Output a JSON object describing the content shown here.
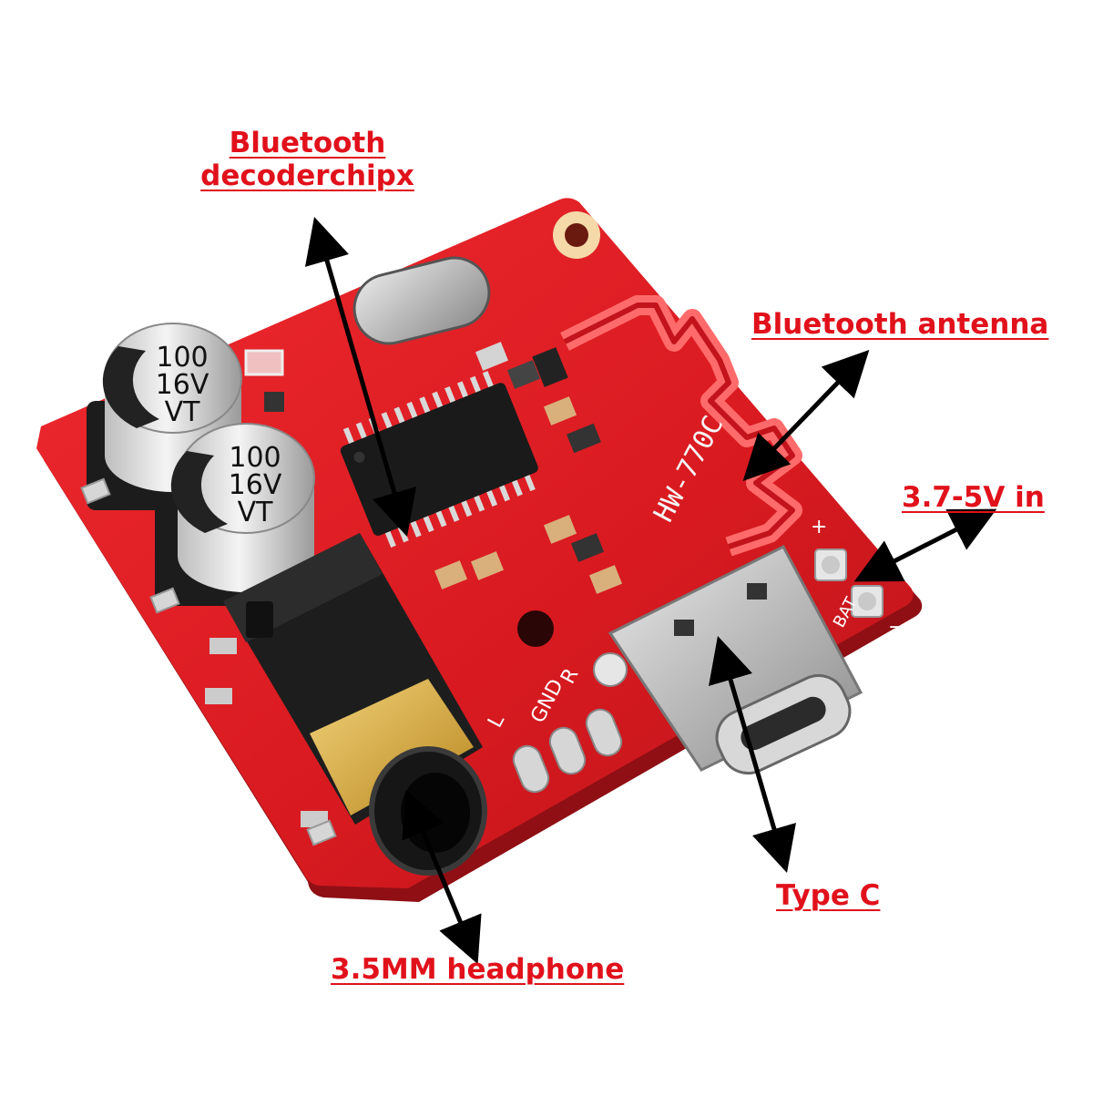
{
  "labels": {
    "decoder_line1": "Bluetooth",
    "decoder_line2": "decoderchipx",
    "antenna": "Bluetooth antenna",
    "power_in": "3.7-5V in",
    "type_c": "Type C",
    "headphone": "3.5MM headphone"
  },
  "board": {
    "model": "HW-770C",
    "cap1": [
      "100",
      "16V",
      "VT"
    ],
    "cap2": [
      "100",
      "16V",
      "VT"
    ],
    "pin_r": "R",
    "pin_gnd": "GND",
    "pin_l": "L",
    "plus": "+",
    "minus": "−",
    "batt": "BAT"
  },
  "colors": {
    "pcb": "#e01b22",
    "label": "#e1111b"
  }
}
